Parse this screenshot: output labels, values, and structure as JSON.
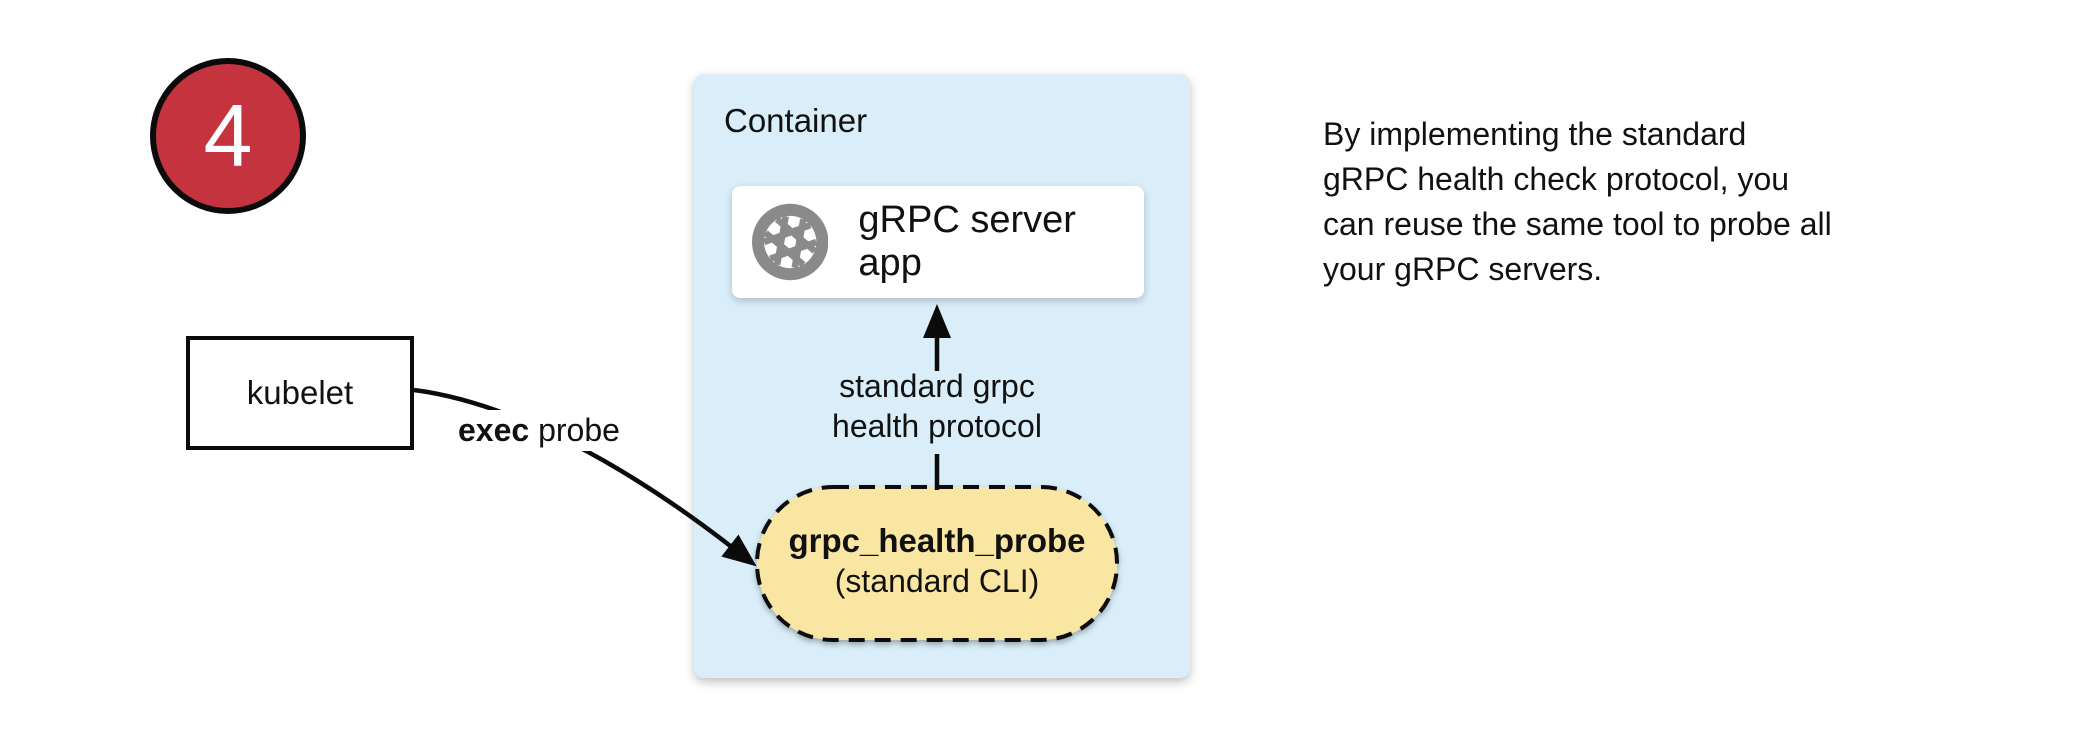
{
  "badge": {
    "number": "4"
  },
  "kubelet": {
    "label": "kubelet"
  },
  "exec_probe": {
    "bold": "exec",
    "normal": " probe"
  },
  "container": {
    "title": "Container",
    "server_app_label": "gRPC server app",
    "server_app_icon": "aperture-icon",
    "protocol_label_line1": "standard grpc",
    "protocol_label_line2": "health protocol",
    "probe_title": "grpc_health_probe",
    "probe_subtitle": "(standard CLI)"
  },
  "note": {
    "lines": [
      "By implementing the standard",
      "gRPC health check protocol, you",
      "can reuse the same tool to probe all",
      "your gRPC servers."
    ]
  },
  "colors": {
    "badge_red": "#C4333E",
    "container_blue": "#D9EEF9",
    "probe_yellow": "#FAE6A3",
    "icon_gray": "#8A8A8A",
    "line_black": "#0b0b0b"
  }
}
